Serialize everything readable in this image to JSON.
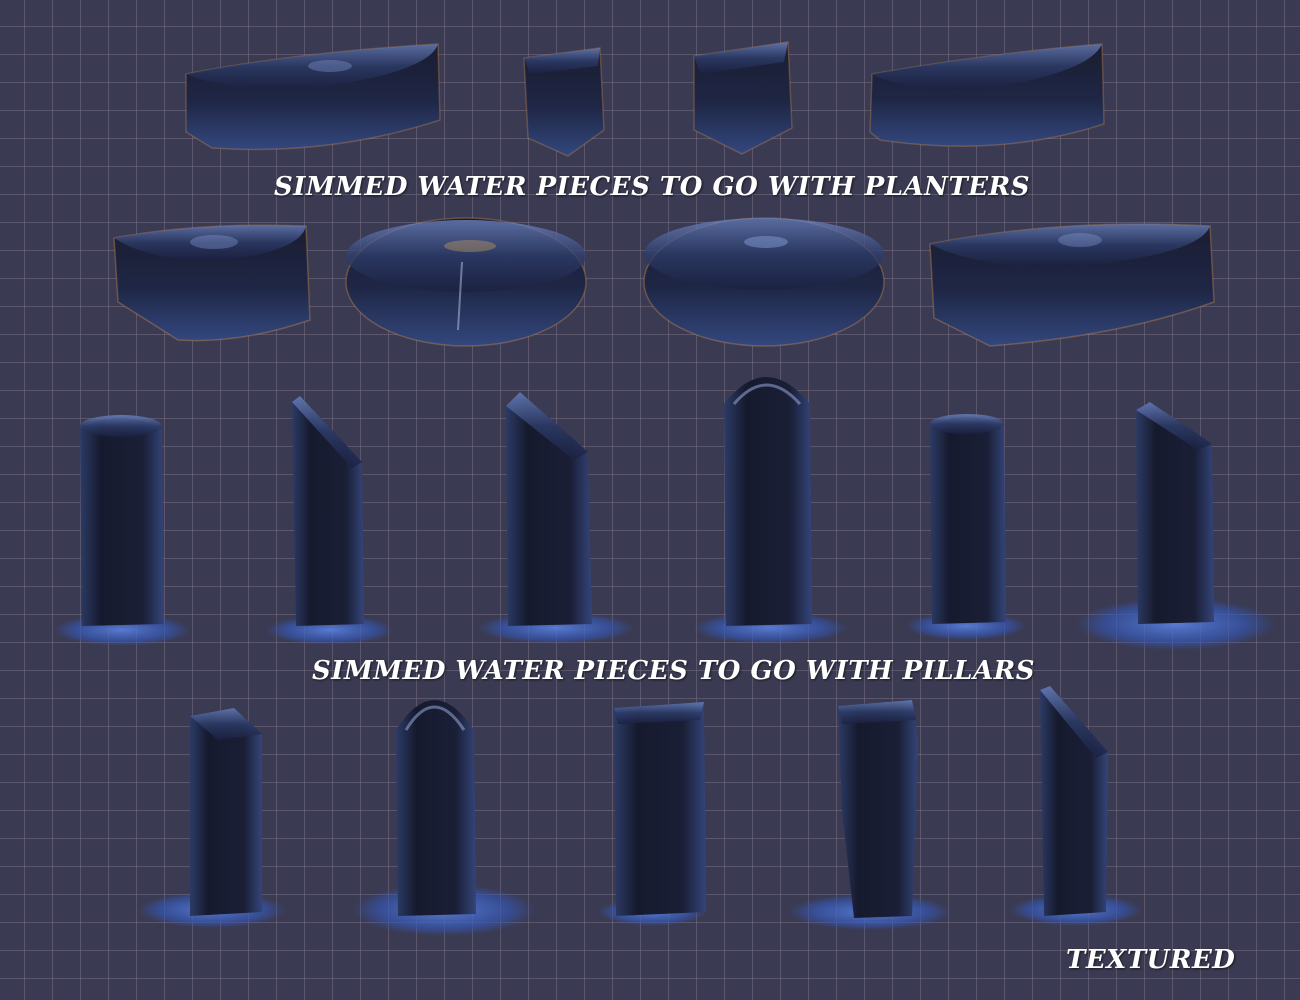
{
  "captions": {
    "planters": "SIMMED WATER PIECES TO GO WITH PLANTERS",
    "pillars": "SIMMED WATER PIECES TO GO WITH PILLARS",
    "textured": "TEXTURED"
  },
  "colors": {
    "background": "#3a3a52",
    "grid": "#786e82",
    "water_dark": "#15182c",
    "water_mid": "#2a3a66",
    "water_highlight": "#9fb4e8",
    "splash": "#3f63c8",
    "caption_text": "#ffffff"
  }
}
